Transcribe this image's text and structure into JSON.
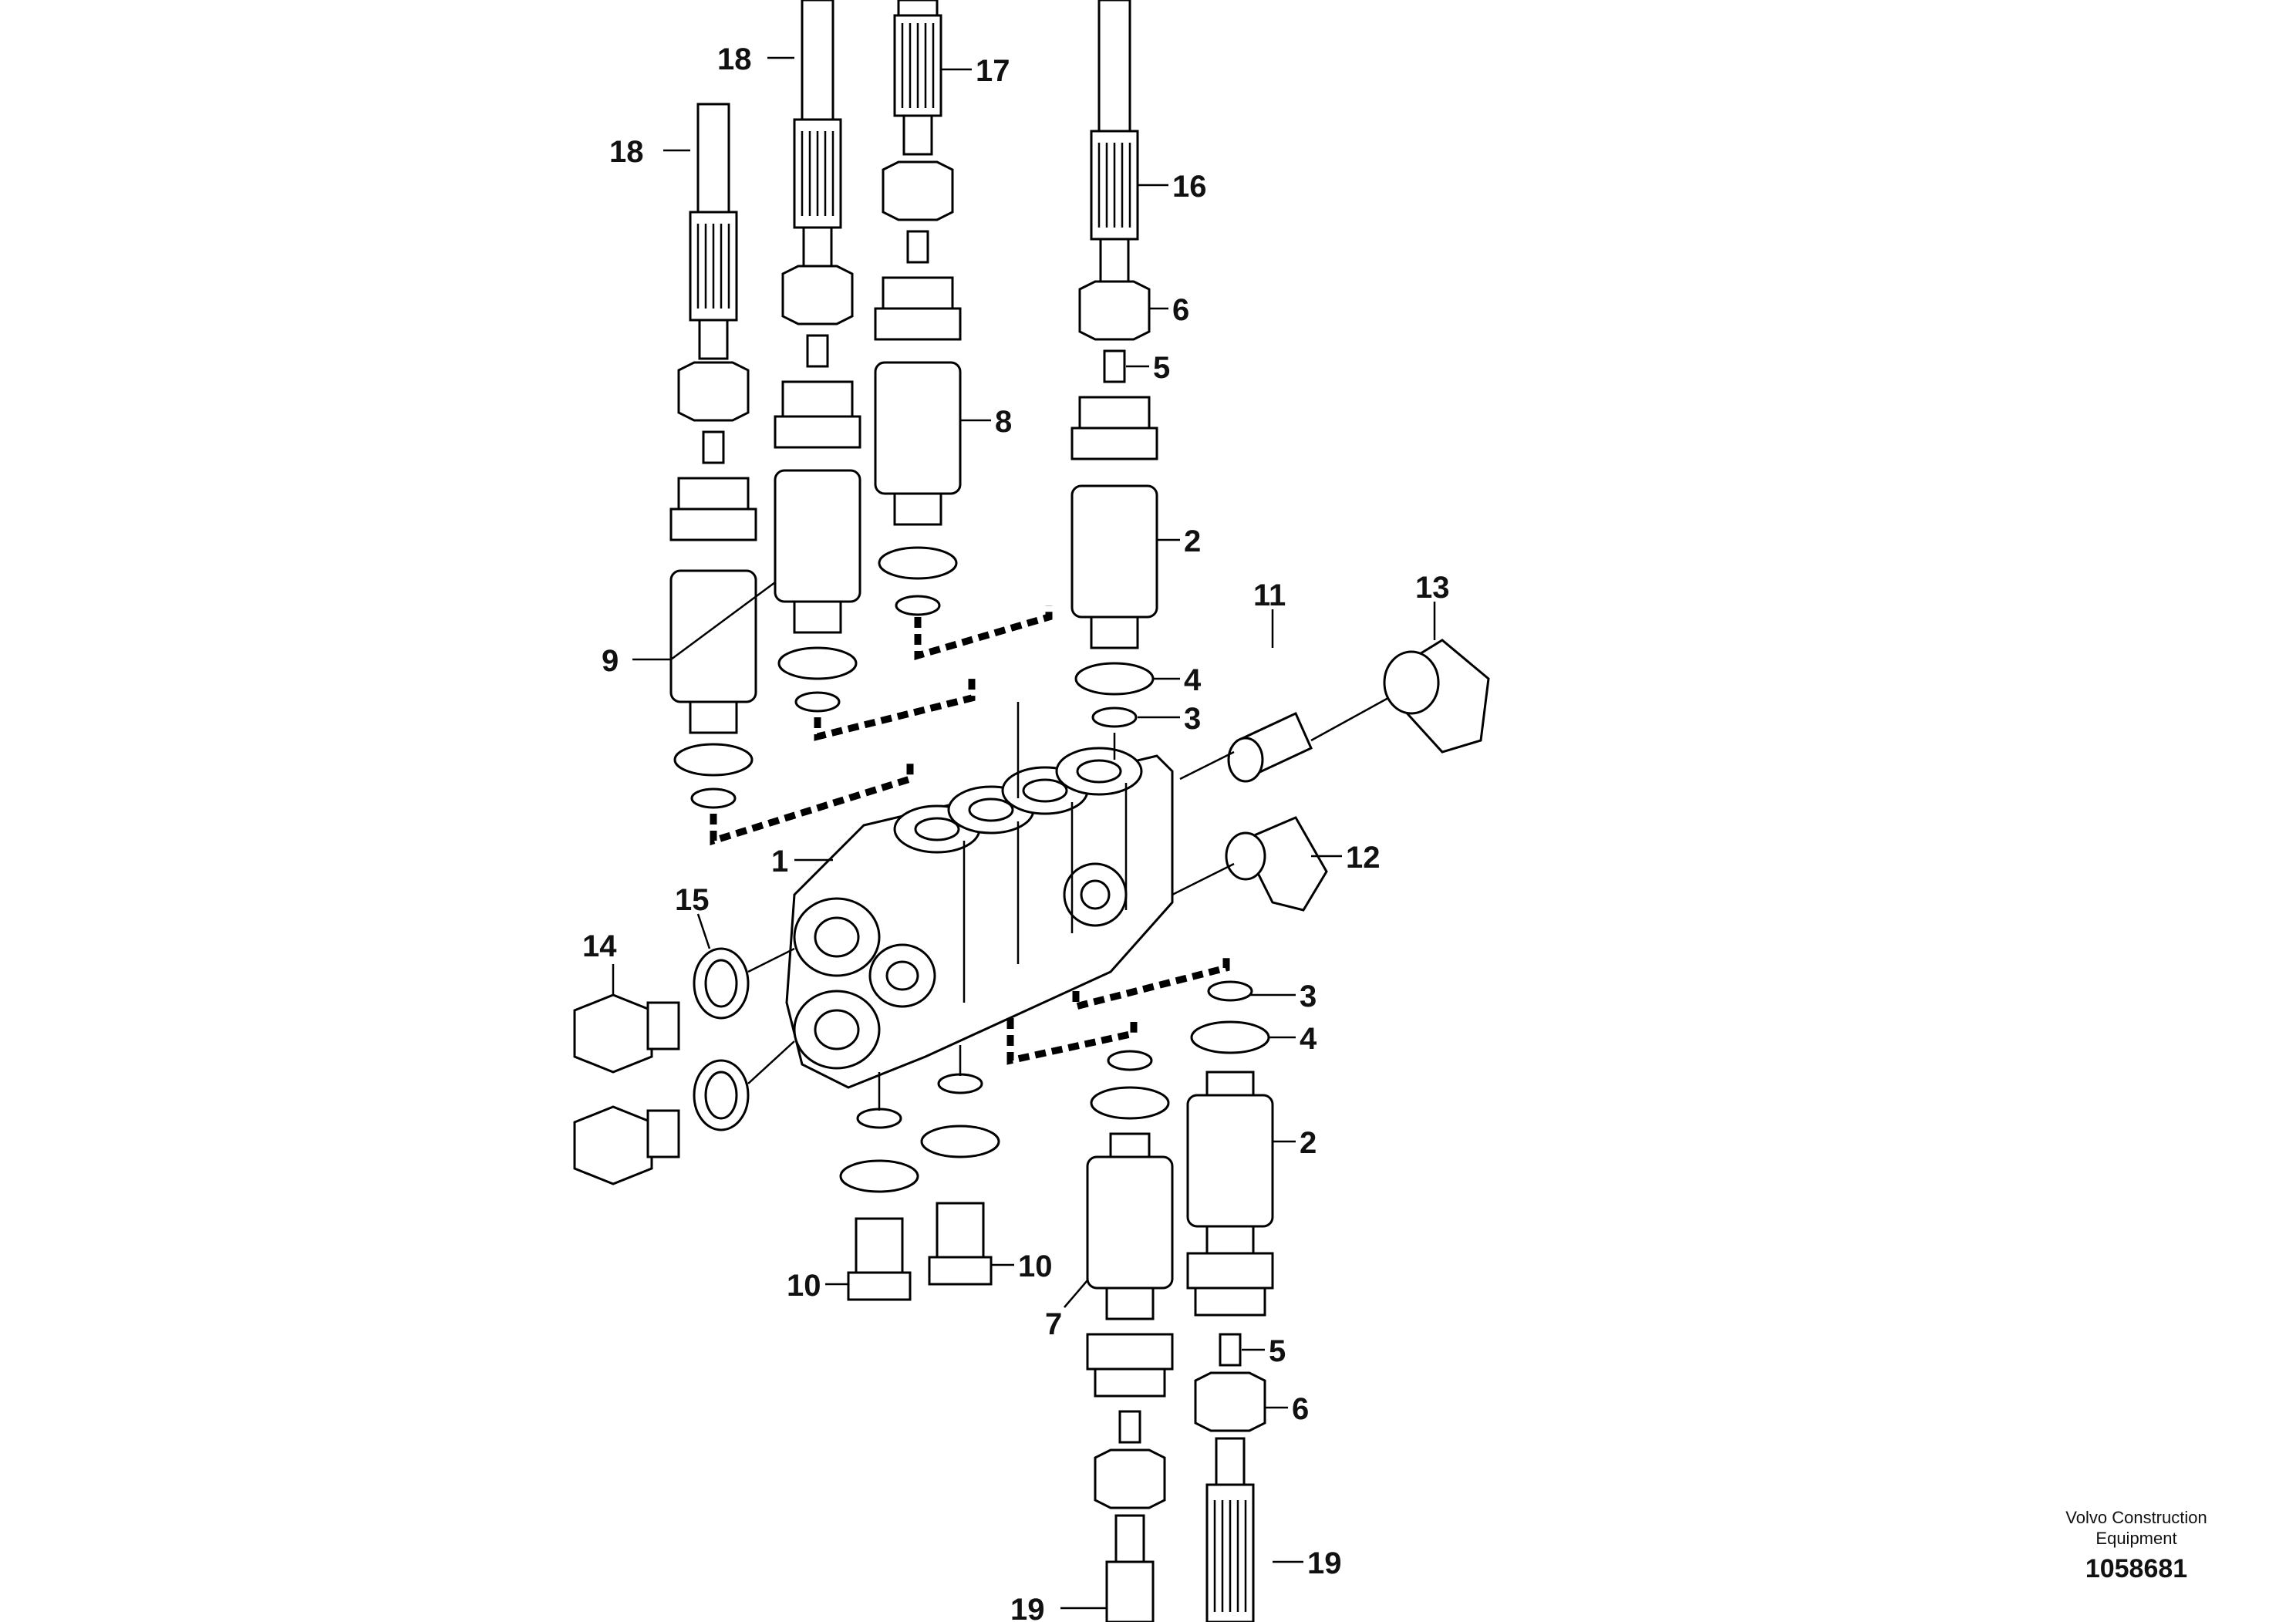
{
  "callouts": {
    "c1": "1",
    "c2a": "2",
    "c2b": "2",
    "c3a": "3",
    "c3b": "3",
    "c4a": "4",
    "c4b": "4",
    "c5a": "5",
    "c5b": "5",
    "c6a": "6",
    "c6b": "6",
    "c7": "7",
    "c8": "8",
    "c9": "9",
    "c10a": "10",
    "c10b": "10",
    "c11": "11",
    "c12": "12",
    "c13": "13",
    "c14": "14",
    "c15": "15",
    "c16": "16",
    "c17": "17",
    "c18a": "18",
    "c18b": "18",
    "c19a": "19",
    "c19b": "19"
  },
  "credit": {
    "line1": "Volvo Construction",
    "line2": "Equipment"
  },
  "document_number": "1058681"
}
